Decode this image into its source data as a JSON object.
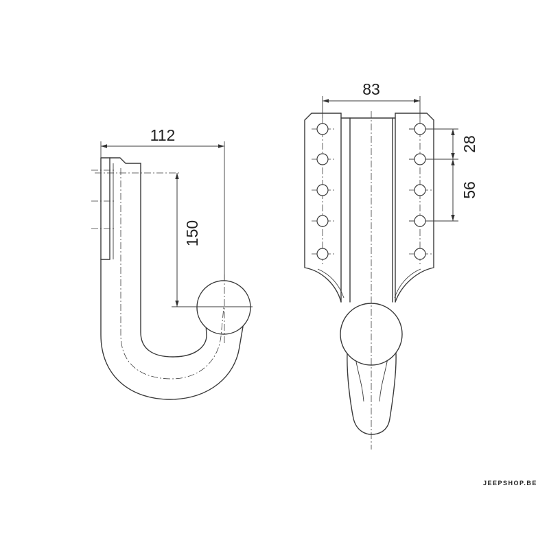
{
  "side_view": {
    "dim_width_label": "112",
    "dim_height_label": "150"
  },
  "front_view": {
    "dim_width_label": "83",
    "dim_hole_pitch_label": "28",
    "dim_hole_span_label": "56"
  },
  "watermark": {
    "text": "JEEPSHOP.BE"
  },
  "colors": {
    "line": "#3a3a3a",
    "background": "#ffffff"
  }
}
